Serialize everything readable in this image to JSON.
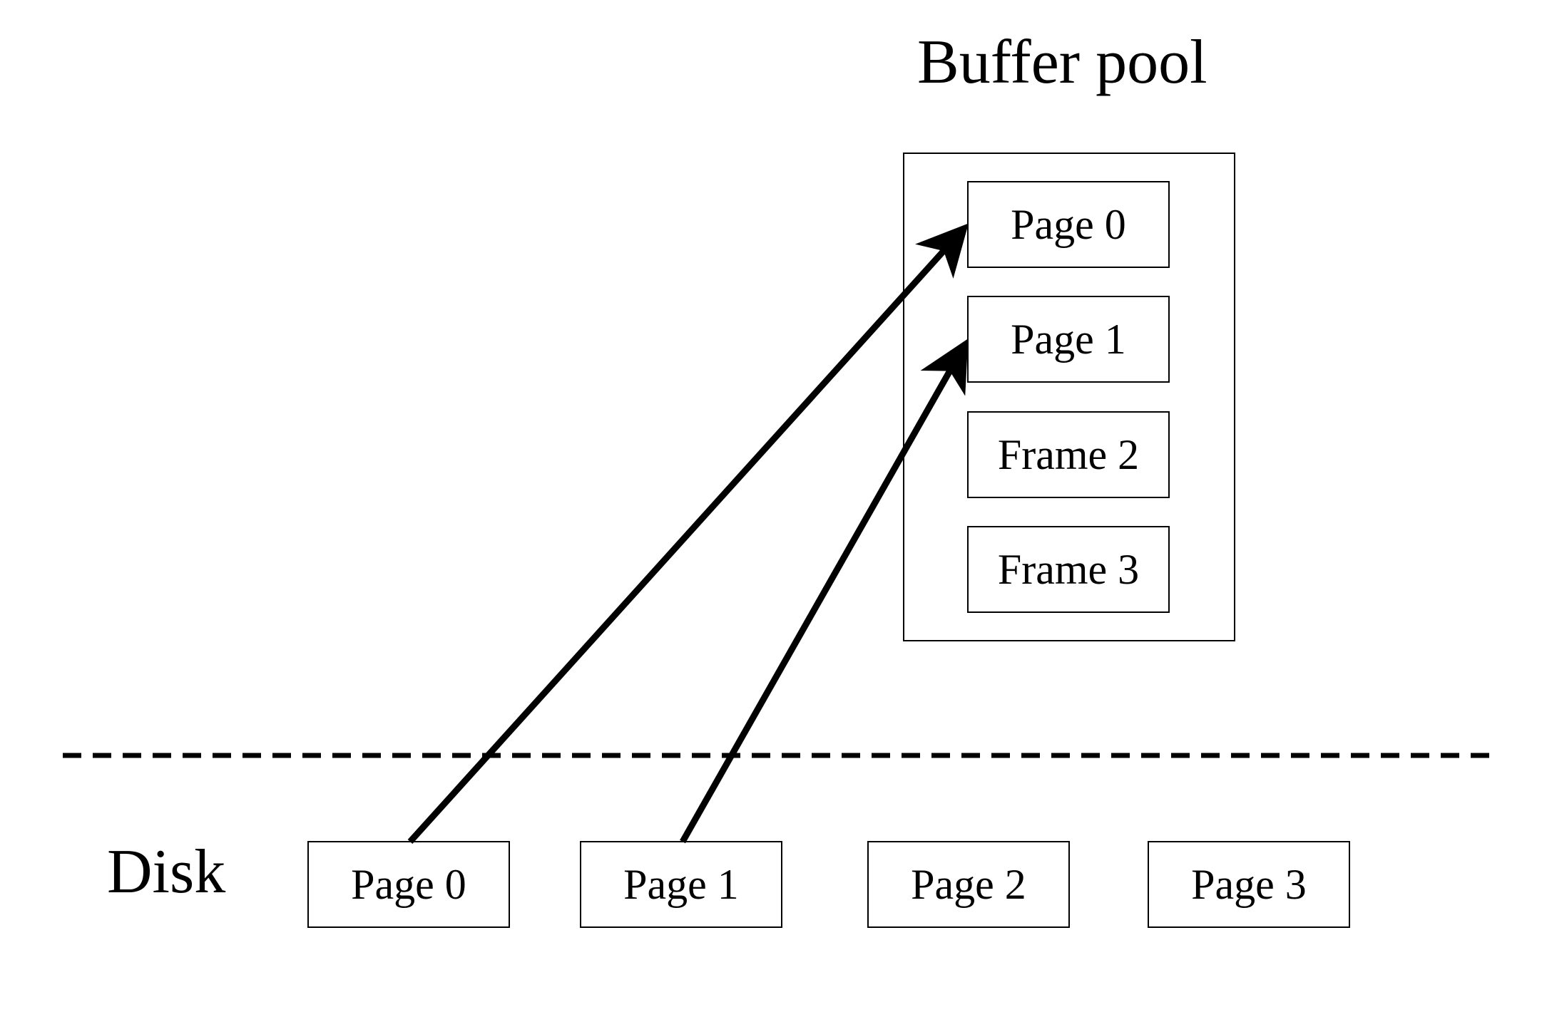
{
  "buffer_pool": {
    "title": "Buffer pool",
    "frames": [
      {
        "label": "Page 0"
      },
      {
        "label": "Page 1"
      },
      {
        "label": "Frame 2"
      },
      {
        "label": "Frame 3"
      }
    ]
  },
  "disk": {
    "title": "Disk",
    "pages": [
      {
        "label": "Page 0"
      },
      {
        "label": "Page 1"
      },
      {
        "label": "Page 2"
      },
      {
        "label": "Page 3"
      }
    ]
  },
  "arrows": [
    {
      "from": "Disk Page 0",
      "to": "Buffer pool Page 0"
    },
    {
      "from": "Disk Page 1",
      "to": "Buffer pool Page 1"
    }
  ],
  "colors": {
    "stroke": "#000000",
    "background": "#ffffff"
  }
}
